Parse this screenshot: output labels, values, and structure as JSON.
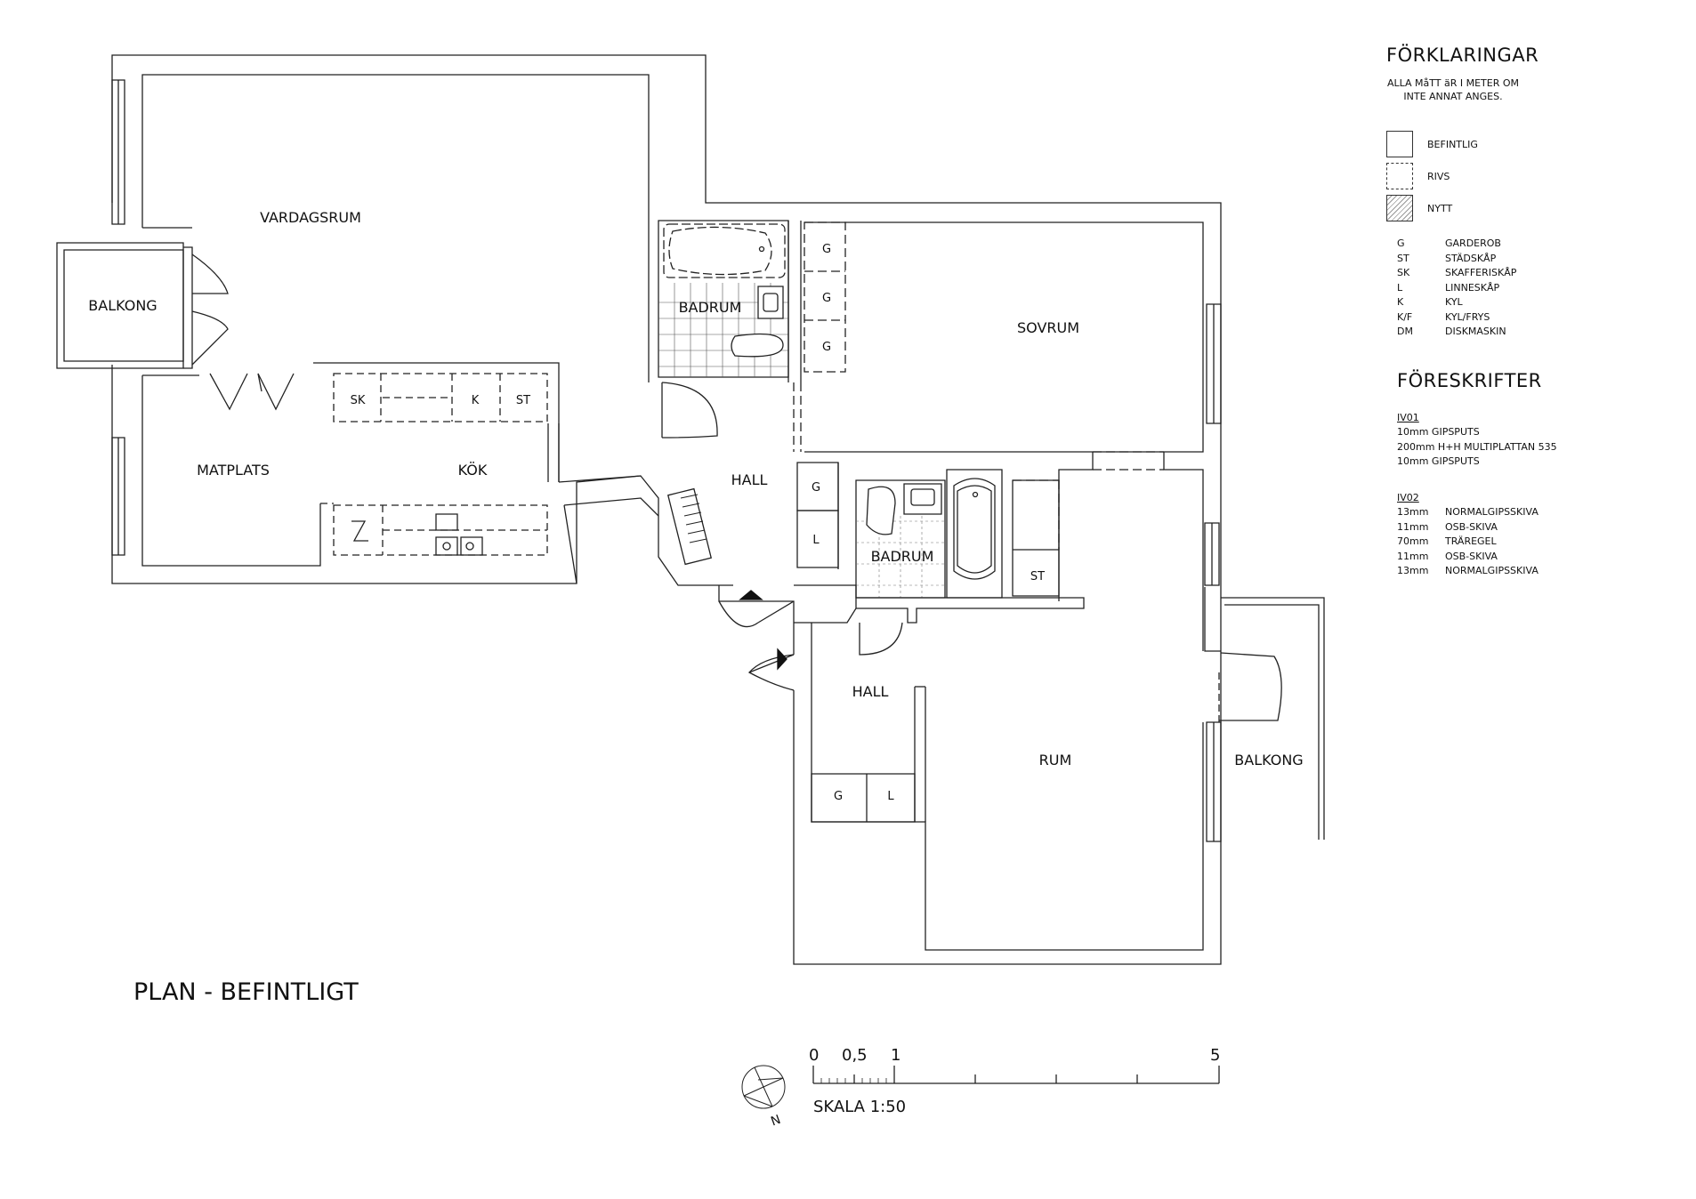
{
  "plan_title": "PLAN - BEFINTLIGT",
  "rooms": {
    "vardagsrum": "VARDAGSRUM",
    "balkong_left": "BALKONG",
    "matplats": "MATPLATS",
    "kok": "KÖK",
    "badrum_top": "BADRUM",
    "sovrum": "SOVRUM",
    "hall_center": "HALL",
    "badrum_center": "BADRUM",
    "hall_lower": "HALL",
    "rum": "RUM",
    "balkong_right": "BALKONG"
  },
  "fixtures": {
    "sk": "SK",
    "k": "K",
    "st_kitchen": "ST",
    "g1": "G",
    "g2": "G",
    "g3": "G",
    "g_hall": "G",
    "l_hall": "L",
    "st_bath": "ST",
    "g_lower": "G",
    "l_lower": "L"
  },
  "legend": {
    "title": "FÖRKLARINGAR",
    "note": "ALLA MåTT äR I METER OM INTE ANNAT ANGES.",
    "symbols": [
      {
        "label": "BEFINTLIG"
      },
      {
        "label": "RIVS"
      },
      {
        "label": "NYTT"
      }
    ],
    "abbreviations": [
      {
        "code": "G",
        "meaning": "GARDEROB"
      },
      {
        "code": "ST",
        "meaning": "STÄDSKÅP"
      },
      {
        "code": "SK",
        "meaning": "SKAFFERISKÅP"
      },
      {
        "code": "L",
        "meaning": "LINNESKÅP"
      },
      {
        "code": "K",
        "meaning": "KYL"
      },
      {
        "code": "K/F",
        "meaning": "KYL/FRYS"
      },
      {
        "code": "DM",
        "meaning": "DISKMASKIN"
      }
    ]
  },
  "specs": {
    "title": "FÖRESKRIFTER",
    "iv01": {
      "code": "IV01",
      "layers": [
        "10mm GIPSPUTS",
        "200mm H+H MULTIPLATTAN 535",
        "10mm GIPSPUTS"
      ]
    },
    "iv02": {
      "code": "IV02",
      "layers": [
        {
          "thickness": "13mm",
          "material": "NORMALGIPSSKIVA"
        },
        {
          "thickness": "11mm",
          "material": "OSB-SKIVA"
        },
        {
          "thickness": "70mm",
          "material": "TRÄREGEL"
        },
        {
          "thickness": "11mm",
          "material": "OSB-SKIVA"
        },
        {
          "thickness": "13mm",
          "material": "NORMALGIPSSKIVA"
        }
      ]
    }
  },
  "scale": {
    "label": "SKALA 1:50",
    "ticks": [
      "0",
      "0,5",
      "1",
      "5"
    ]
  },
  "north_label": "N"
}
